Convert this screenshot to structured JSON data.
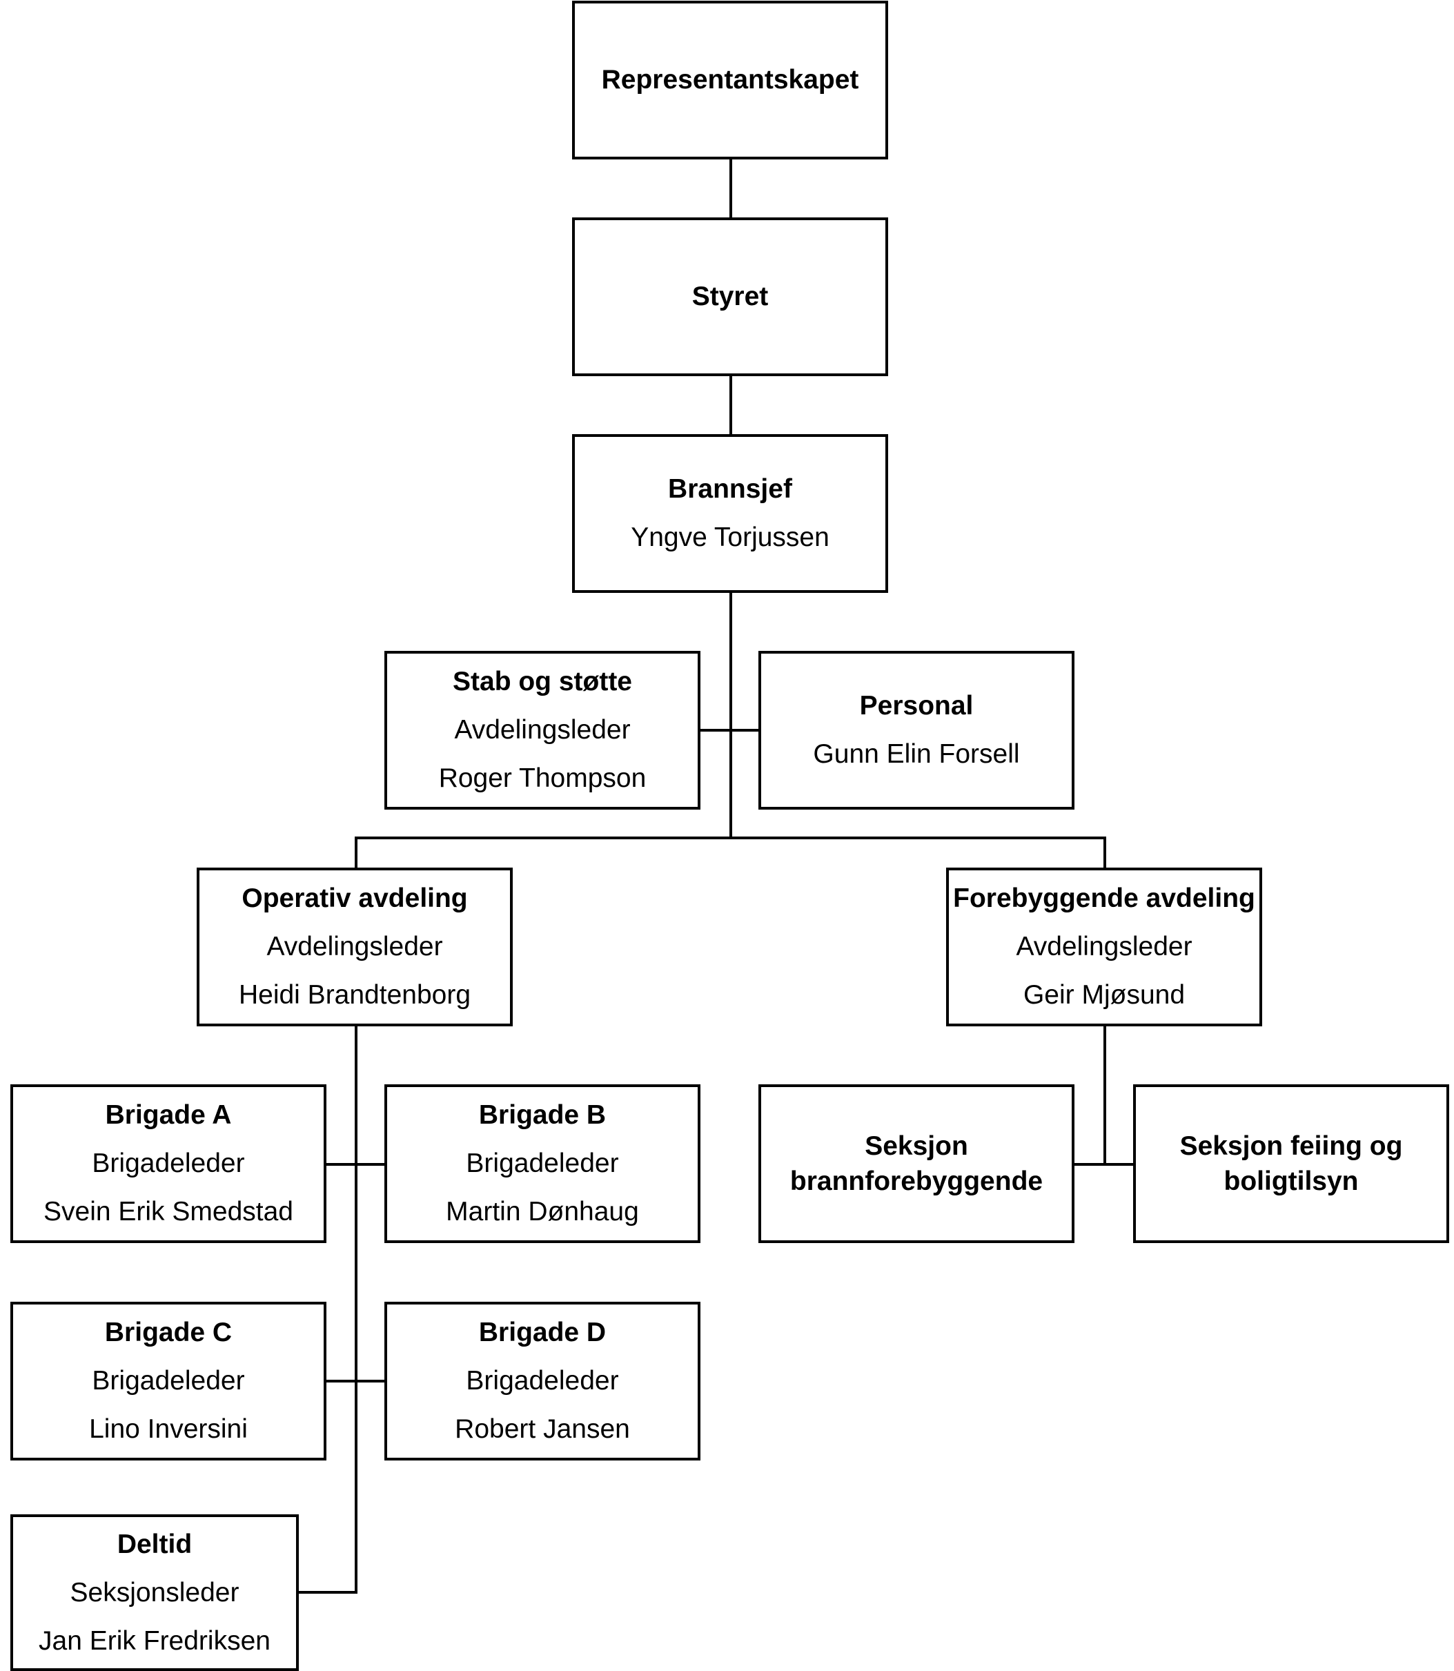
{
  "org": {
    "representantskapet": {
      "title": "Representantskapet"
    },
    "styret": {
      "title": "Styret"
    },
    "brannsjef": {
      "title": "Brannsjef",
      "name": "Yngve Torjussen"
    },
    "stab": {
      "title": "Stab og støtte",
      "role": "Avdelingsleder",
      "name": "Roger Thompson"
    },
    "personal": {
      "title": "Personal",
      "name": "Gunn Elin Forsell"
    },
    "operativ": {
      "title": "Operativ avdeling",
      "role": "Avdelingsleder",
      "name": "Heidi Brandtenborg"
    },
    "forebyggende": {
      "title": "Forebyggende avdeling",
      "role": "Avdelingsleder",
      "name": "Geir Mjøsund"
    },
    "brigade_a": {
      "title": "Brigade A",
      "role": "Brigadeleder",
      "name": "Svein Erik Smedstad"
    },
    "brigade_b": {
      "title": "Brigade B",
      "role": "Brigadeleder",
      "name": "Martin Dønhaug"
    },
    "brigade_c": {
      "title": "Brigade C",
      "role": "Brigadeleder",
      "name": "Lino Inversini"
    },
    "brigade_d": {
      "title": "Brigade D",
      "role": "Brigadeleder",
      "name": "Robert Jansen"
    },
    "deltid": {
      "title": "Deltid",
      "role": "Seksjonsleder",
      "name": "Jan Erik Fredriksen"
    },
    "seksjon_brann": {
      "title": "Seksjon brannforebyggende"
    },
    "seksjon_feiing": {
      "title": "Seksjon feiing og boligtilsyn"
    }
  },
  "colors": {
    "line": "#000000",
    "background": "#ffffff",
    "text": "#000000"
  }
}
